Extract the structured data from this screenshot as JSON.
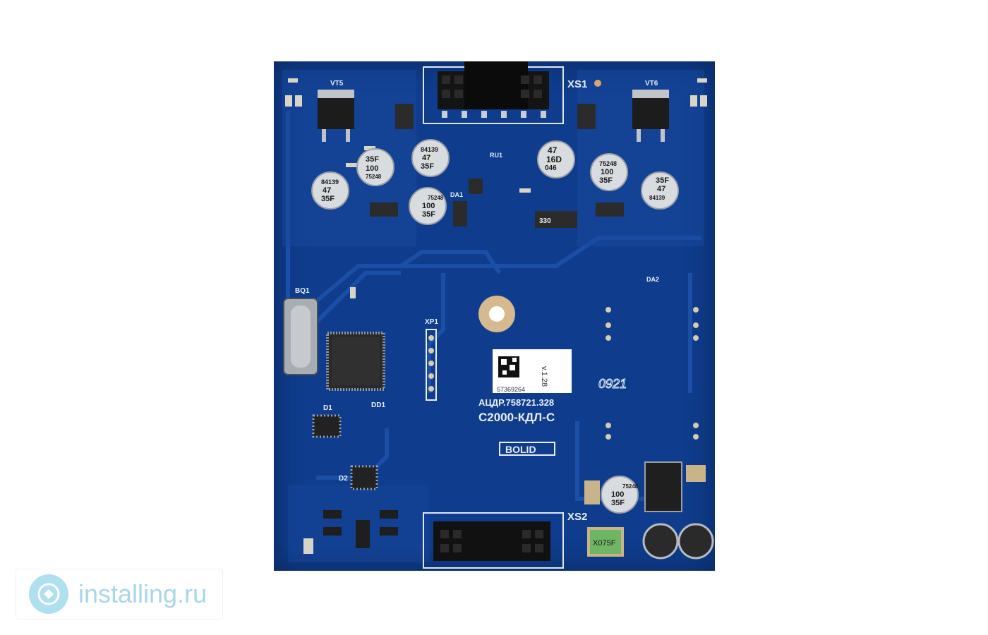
{
  "board": {
    "connectors": {
      "top": "XS1",
      "bottom": "XS2",
      "header": "XP1"
    },
    "parts": {
      "vt_left": "VT5",
      "vt_right": "VT6",
      "ru": "RU1",
      "da1": "DA1",
      "da2": "DA2",
      "bq": "BQ1",
      "d1": "D1",
      "d2": "D2",
      "dd1": "DD1"
    },
    "label": {
      "version": "v.1.28",
      "serial": "57369264",
      "doc": "АЦДР.758721.328",
      "model": "С2000-КДЛ-С",
      "brand": "BOLID",
      "date_code": "0921"
    },
    "capacitors": {
      "c1": [
        "84139",
        "47",
        "35F"
      ],
      "c2": [
        "35F",
        "100",
        "75248"
      ],
      "c3": [
        "84139",
        "47",
        "35F"
      ],
      "c4": [
        "75248",
        "100",
        "35F"
      ],
      "c5": [
        "47",
        "16D",
        "046"
      ],
      "c6": [
        "75248",
        "100",
        "35F"
      ],
      "c7": [
        "35F",
        "47",
        "84139"
      ],
      "c8": [
        "75248",
        "100",
        "35F"
      ]
    },
    "inductor": "X075F",
    "resistor": "330"
  },
  "watermark": {
    "text": "installing.ru"
  }
}
